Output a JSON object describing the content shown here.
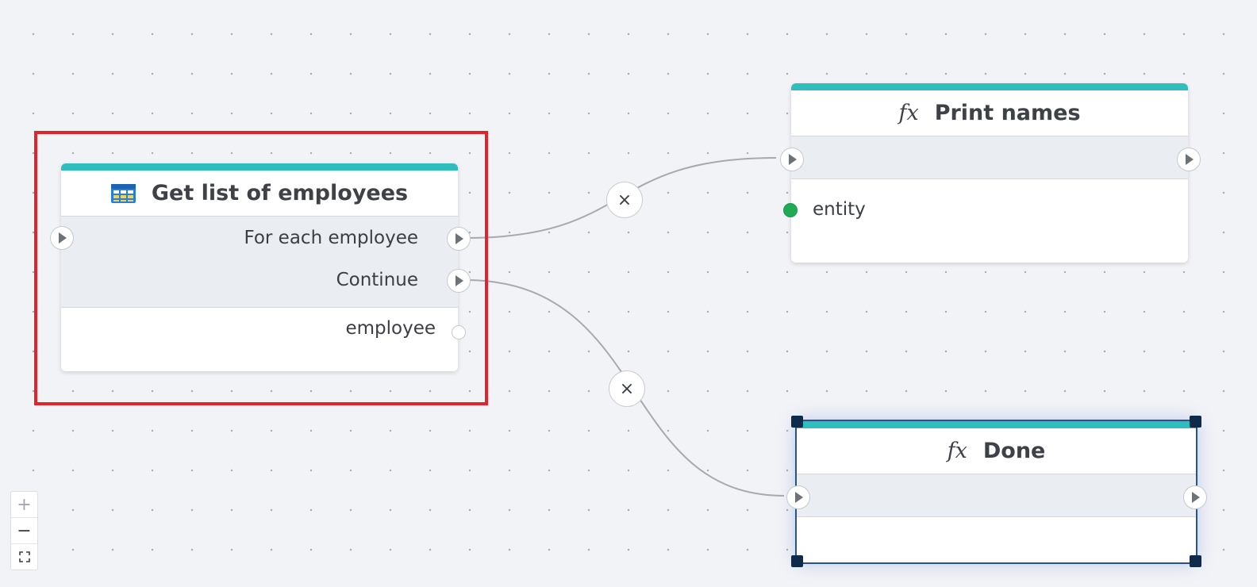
{
  "nodes": {
    "get_list": {
      "title": "Get list of employees",
      "icon": "table-icon",
      "flow_outputs": [
        "For each employee",
        "Continue"
      ],
      "data_outputs": [
        "employee"
      ]
    },
    "print_names": {
      "title": "Print names",
      "icon_glyph": "fx",
      "data_inputs": [
        "entity"
      ]
    },
    "done": {
      "title": "Done",
      "icon_glyph": "fx"
    }
  },
  "connections": {
    "remove_glyph": "×"
  },
  "zoom": {
    "zoom_in": "+",
    "zoom_out": "−",
    "fit": "⛶"
  },
  "colors": {
    "accent_bar": "#2fbdbd",
    "highlight_frame": "#e3232c",
    "selection": "#102a4c",
    "data_port_connected": "#1faa55"
  }
}
